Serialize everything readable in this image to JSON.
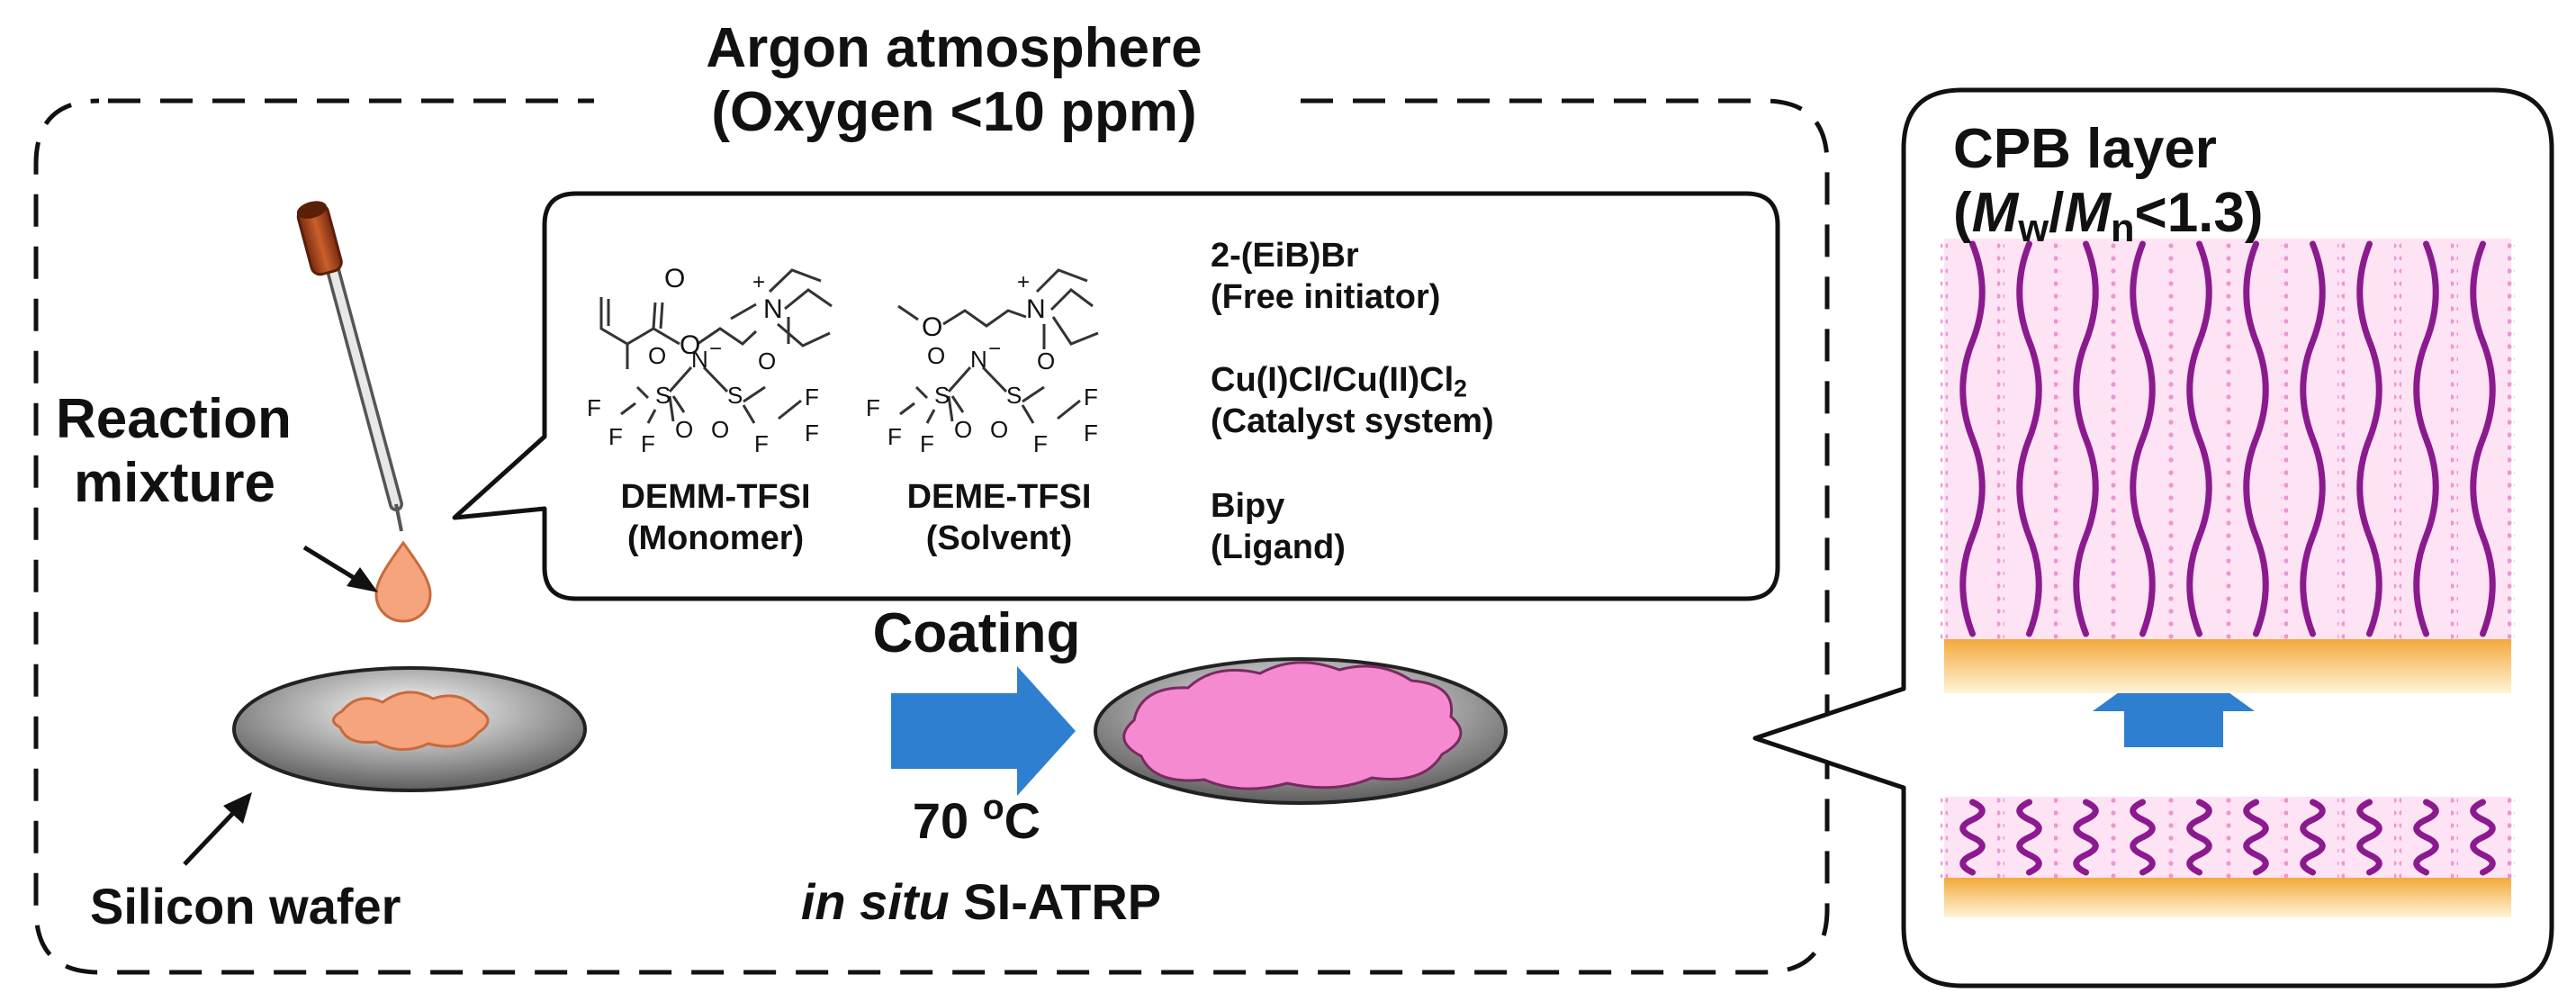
{
  "title": {
    "line1": "Argon atmosphere",
    "line2": "(Oxygen <10 ppm)"
  },
  "reaction": {
    "line1": "Reaction",
    "line2": "mixture"
  },
  "chemicals": [
    {
      "name": "DEMM-TFSI",
      "role": "(Monomer)"
    },
    {
      "name": "DEME-TFSI",
      "role": "(Solvent)"
    }
  ],
  "reagents": {
    "initiator": {
      "name": "2-(EiB)Br",
      "role": "(Free initiator)"
    },
    "catalyst": {
      "name_pre": "Cu(I)Cl/Cu(II)Cl",
      "name_sub": "2",
      "role": "(Catalyst system)"
    },
    "ligand": {
      "name": "Bipy",
      "role": "(Ligand)"
    }
  },
  "process": {
    "coating": "Coating",
    "temp_value": "70 ",
    "temp_sup": "o",
    "temp_unit": "C",
    "method_italic": "in situ",
    "method_rest": " SI-ATRP"
  },
  "substrate": "Silicon wafer",
  "cpb": {
    "line1": "CPB layer",
    "paren_open": "(",
    "M1": "M",
    "sub1": "w",
    "slash": "/",
    "M2": "M",
    "sub2": "n",
    "rest": "<1.3)"
  },
  "chem_atoms": {
    "O": "O",
    "N": "N",
    "S": "S",
    "F": "F",
    "plus": "+",
    "minus": "−"
  },
  "colors": {
    "arrow_blue": "#2f7fd0",
    "droplet_orange": "#f5a47e",
    "polymer_pink": "#f58ad0",
    "chain_purple": "#8b1a8e",
    "substrate_gold": "#f6c15a",
    "wafer_gray": "#7a7a7a"
  },
  "polymer": {
    "tall_chains": 10,
    "short_chains": 10
  }
}
